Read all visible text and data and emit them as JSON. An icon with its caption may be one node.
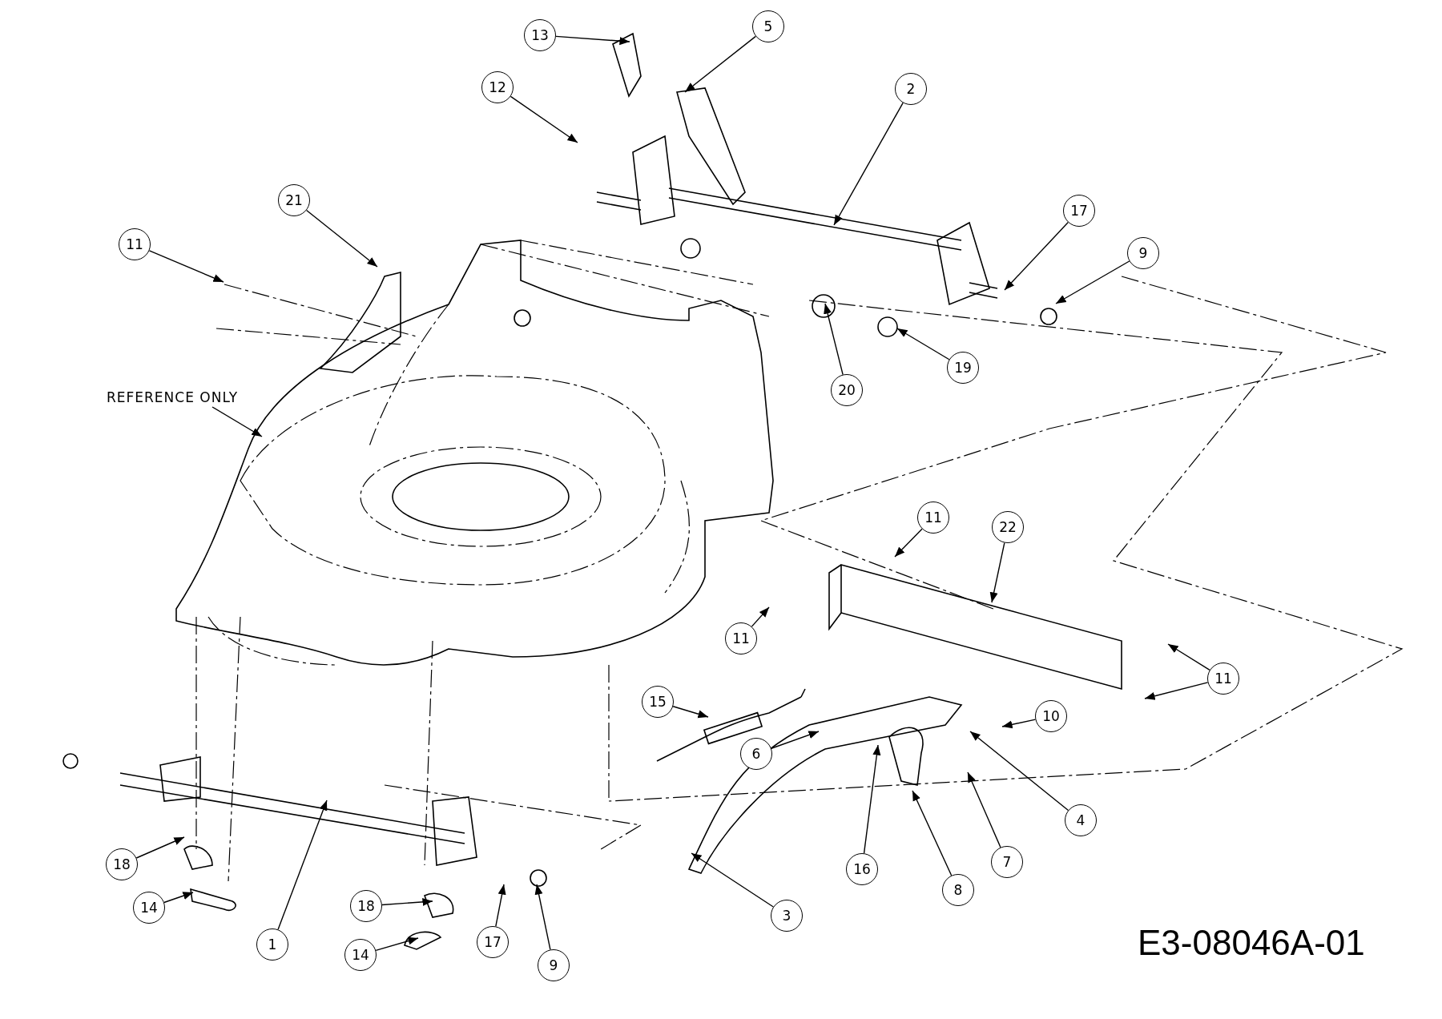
{
  "diagram": {
    "nodes": [
      {
        "text": [
          "13"
        ]
      },
      {
        "text": [
          "5"
        ]
      },
      {
        "text": [
          "12"
        ]
      },
      {
        "text": [
          "2"
        ]
      },
      {
        "text": [
          "21"
        ]
      },
      {
        "text": [
          "11"
        ]
      },
      {
        "text": [
          "17"
        ]
      },
      {
        "text": [
          "9"
        ]
      },
      {
        "text": [
          "20"
        ]
      },
      {
        "text": [
          "19"
        ]
      },
      {
        "text": [
          "REFERENCE ONLY"
        ]
      },
      {
        "text": [
          "11"
        ]
      },
      {
        "text": [
          "22"
        ]
      },
      {
        "text": [
          "11"
        ]
      },
      {
        "text": [
          "11"
        ]
      },
      {
        "text": [
          "15"
        ]
      },
      {
        "text": [
          "10"
        ]
      },
      {
        "text": [
          "6"
        ]
      },
      {
        "text": [
          "4"
        ]
      },
      {
        "text": [
          "7"
        ]
      },
      {
        "text": [
          "16"
        ]
      },
      {
        "text": [
          "8"
        ]
      },
      {
        "text": [
          "3"
        ]
      },
      {
        "text": [
          "18"
        ]
      },
      {
        "text": [
          "18"
        ]
      },
      {
        "text": [
          "14"
        ]
      },
      {
        "text": [
          "14"
        ]
      },
      {
        "text": [
          "1"
        ]
      },
      {
        "text": [
          "17"
        ]
      },
      {
        "text": [
          "9"
        ]
      }
    ],
    "edges": [
      {
        "from": 0,
        "to": null,
        "arrow": "to"
      },
      {
        "from": 1,
        "to": null,
        "arrow": "to"
      },
      {
        "from": 2,
        "to": null,
        "arrow": "to"
      },
      {
        "from": 3,
        "to": null,
        "arrow": "to"
      },
      {
        "from": 4,
        "to": null,
        "arrow": "to"
      },
      {
        "from": 5,
        "to": null,
        "arrow": "to"
      },
      {
        "from": 6,
        "to": null,
        "arrow": "to"
      },
      {
        "from": 7,
        "to": null,
        "arrow": "to"
      },
      {
        "from": 8,
        "to": null,
        "arrow": "to"
      },
      {
        "from": 9,
        "to": null,
        "arrow": "to"
      },
      {
        "from": 10,
        "to": null,
        "arrow": "to"
      },
      {
        "from": 11,
        "to": null,
        "arrow": "to"
      },
      {
        "from": 12,
        "to": null,
        "arrow": "to"
      },
      {
        "from": 13,
        "to": null,
        "arrow": "to"
      },
      {
        "from": 14,
        "to": null,
        "arrow": "to"
      },
      {
        "from": 14,
        "to": null,
        "arrow": "to"
      },
      {
        "from": 15,
        "to": null,
        "arrow": "to"
      },
      {
        "from": 16,
        "to": null,
        "arrow": "to"
      },
      {
        "from": 17,
        "to": null,
        "arrow": "to"
      },
      {
        "from": 18,
        "to": null,
        "arrow": "to"
      },
      {
        "from": 19,
        "to": null,
        "arrow": "to"
      },
      {
        "from": 20,
        "to": null,
        "arrow": "to"
      },
      {
        "from": 21,
        "to": null,
        "arrow": "to"
      },
      {
        "from": 22,
        "to": null,
        "arrow": "to"
      },
      {
        "from": 23,
        "to": null,
        "arrow": "to"
      },
      {
        "from": 24,
        "to": null,
        "arrow": "to"
      },
      {
        "from": 25,
        "to": null,
        "arrow": "to"
      },
      {
        "from": 26,
        "to": null,
        "arrow": "to"
      },
      {
        "from": 27,
        "to": null,
        "arrow": "to"
      },
      {
        "from": 28,
        "to": null,
        "arrow": "to"
      },
      {
        "from": 29,
        "to": null,
        "arrow": "to"
      }
    ],
    "labels": [
      "E3-08046A-01"
    ]
  }
}
